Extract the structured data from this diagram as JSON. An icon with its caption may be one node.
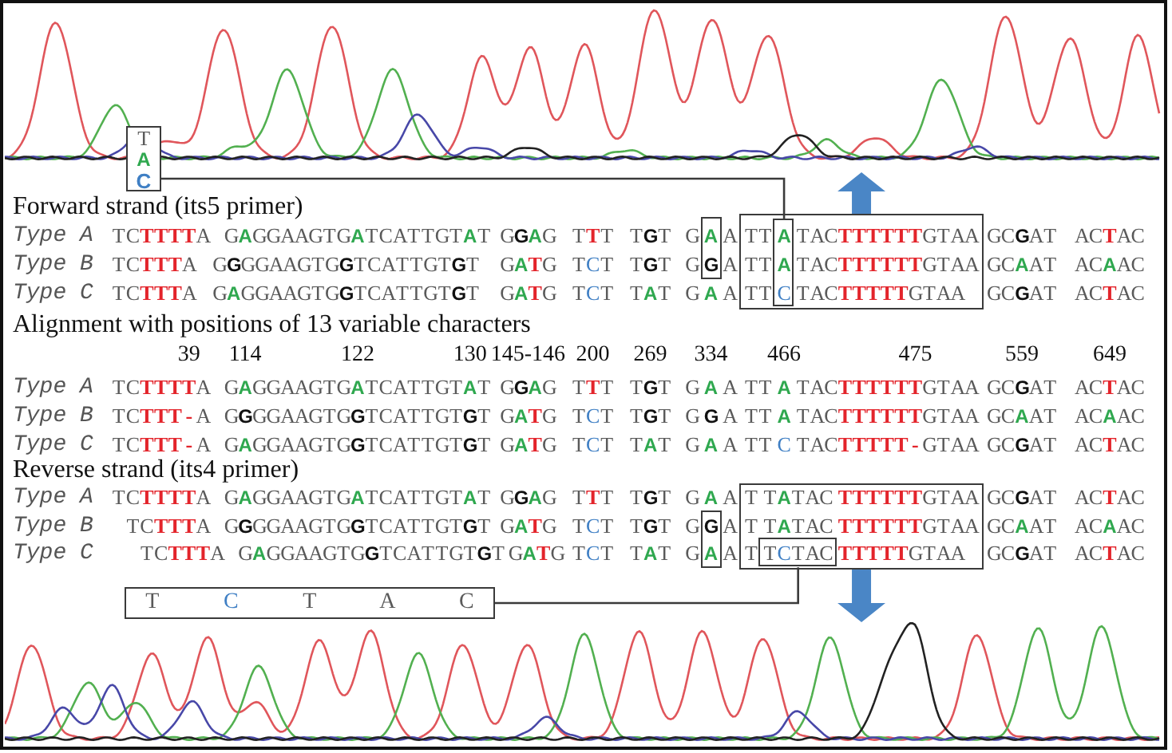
{
  "diagram": {
    "nodes": [
      {
        "text": [],
        "shape": "picture"
      },
      {
        "text": [
          "T A C"
        ]
      },
      {
        "text": [],
        "shape": "box"
      },
      {
        "text": [],
        "shape": "box"
      },
      {
        "text": [],
        "shape": "box",
        "in": 3
      },
      {
        "text": [],
        "shape": "box"
      },
      {
        "text": [],
        "shape": "box"
      },
      {
        "text": [],
        "shape": "box",
        "in": 6
      },
      {
        "text": [
          "T C T A C"
        ]
      },
      {
        "text": [],
        "shape": "picture"
      }
    ],
    "edges": [
      {
        "from": 1,
        "to": 4,
        "arrow": "none"
      },
      {
        "from": 3,
        "to": 0,
        "arrow": "to",
        "style": "thick",
        "color": "#4a86c6"
      },
      {
        "from": 6,
        "to": 9,
        "arrow": "to",
        "style": "thick",
        "color": "#4a86c6"
      },
      {
        "from": 8,
        "to": 7,
        "arrow": "none"
      }
    ],
    "labels": [
      "Forward strand (its5 primer)",
      "Type A",
      "TCTTTTA GAGGAAGTGATCATTGTAT GGAG TTT TGT GAA TTATACTTTTTTGTAA GCGAT ACTAC",
      "Type B",
      "TCTTTA GGGGAAGTGGTCATTGTGT GATG TCT TGT GGA TTATACTTTTTTGTAA GCAAT ACAAC",
      "Type C",
      "TCTTTA GAGGAAGTGGTCATTGTGT GATG TCT TAT GAA TTCTACTTTTTGTAA GCGAT ACTAC",
      "Alignment with positions of 13 variable characters",
      "39",
      "114",
      "122",
      "130",
      "145-146",
      "200",
      "269",
      "334",
      "466",
      "475",
      "559",
      "649",
      "Type A",
      "TCTTTTA GAGGAAGTGATCATTGTAT GGAG TTT TGT GAA TTATACTTTTTTGTAA GCGAT ACTAC",
      "Type B",
      "TCTTT-A GGGGAAGTGGTCATTGTGT GATG TCT TGT GGA TTATACTTTTTTGTAA GCAAT ACAAC",
      "Type C",
      "TCTTT-A GAGGAAGTGGTCATTGTGT GATG TCT TAT GAA TTCTACTTTTT-GTAA GCGAT ACTAC",
      "Reverse strand (its4 primer)",
      "Type A",
      "TCTTTTA GAGGAAGTGATCATTGTAT GGAG TTT TGT GAA TTATACTTTTTTGTAA GCGAT ACTAC",
      "Type B",
      "TCTTTA GGGGAAGTGGTCATTGTGT GATG TCT TGT GGA TTATACTTTTTTGTAA GCAAT ACAAC",
      "Type C",
      "TCTTTA GAGGAAGTGGTCATTGTGT GATG TCT TAT GAA TTCTACTTTTTGTAA GCGAT ACTAC"
    ]
  }
}
